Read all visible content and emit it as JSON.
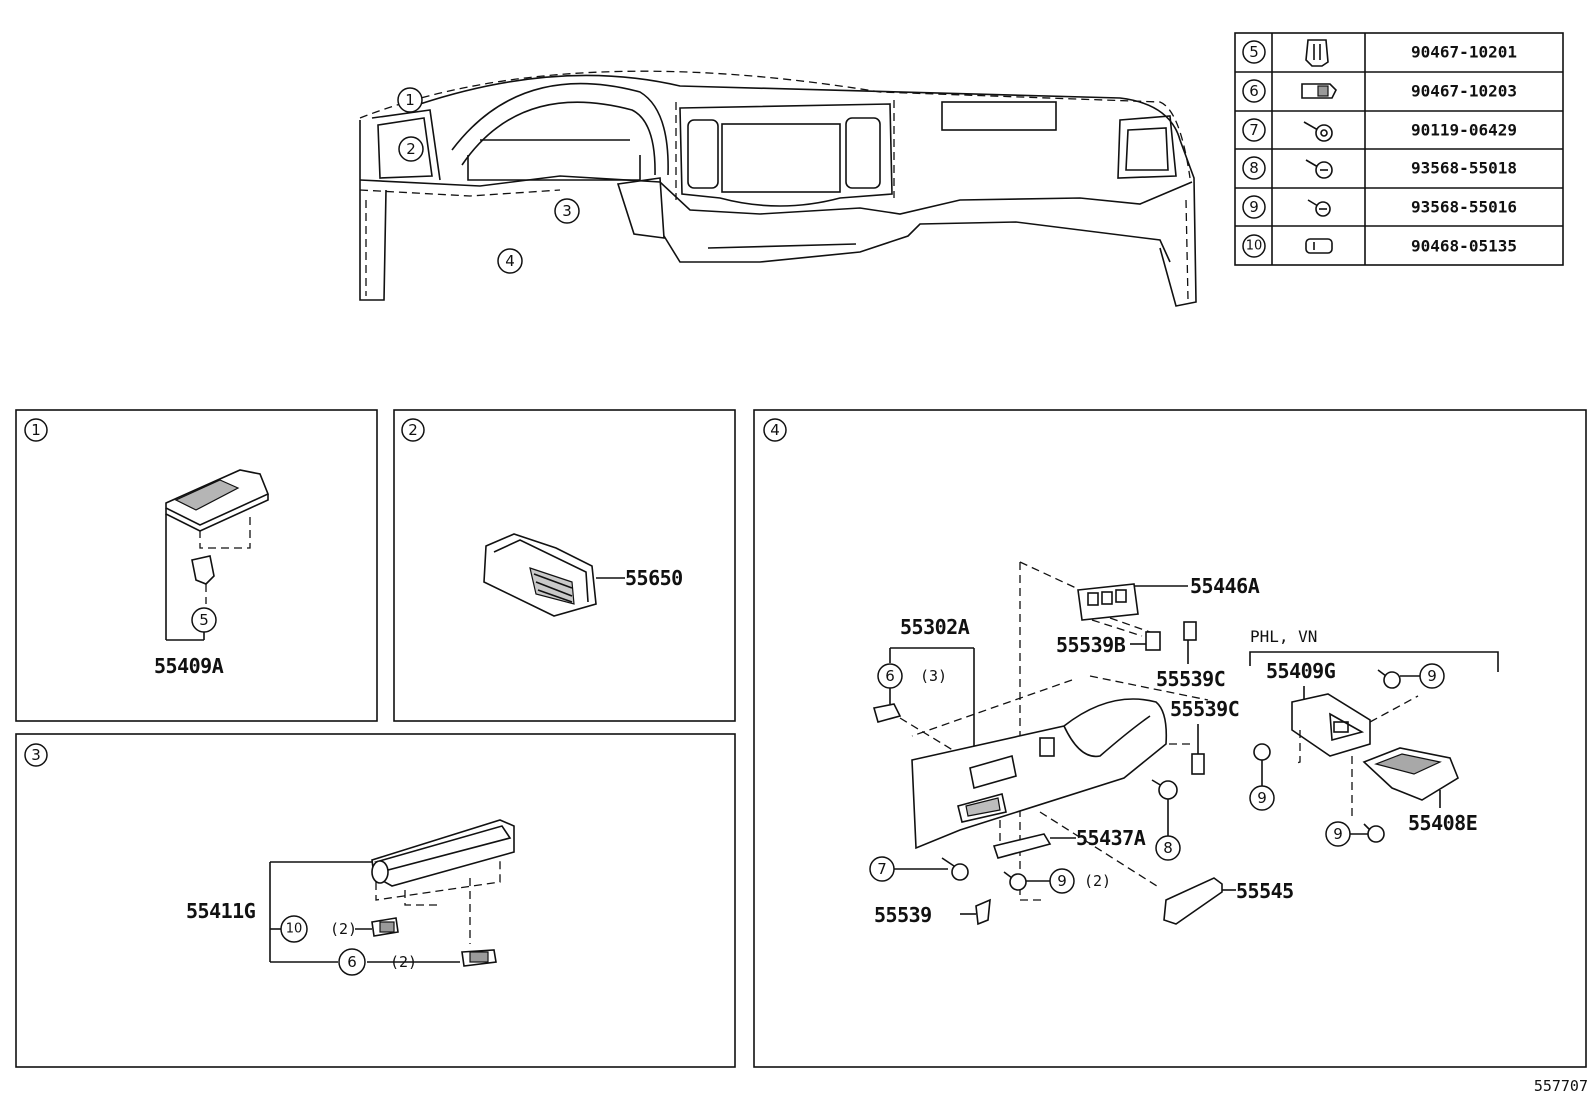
{
  "overview": {
    "callouts": [
      "1",
      "2",
      "3",
      "4"
    ]
  },
  "fastener_table": {
    "rows": [
      {
        "ref": "5",
        "icon": "clip-icon",
        "part_no": "90467-10201"
      },
      {
        "ref": "6",
        "icon": "clip-icon",
        "part_no": "90467-10203"
      },
      {
        "ref": "7",
        "icon": "bolt-icon",
        "part_no": "90119-06429"
      },
      {
        "ref": "8",
        "icon": "screw-icon",
        "part_no": "93568-55018"
      },
      {
        "ref": "9",
        "icon": "screw-icon",
        "part_no": "93568-55016"
      },
      {
        "ref": "10",
        "icon": "clip-icon",
        "part_no": "90468-05135"
      }
    ]
  },
  "panel1": {
    "index": "1",
    "fastener_ref": "5",
    "part_label": "55409A"
  },
  "panel2": {
    "index": "2",
    "part_label": "55650"
  },
  "panel3": {
    "index": "3",
    "part_label": "55411G",
    "fastener_a_ref": "10",
    "fastener_a_qty": "(2)",
    "fastener_b_ref": "6",
    "fastener_b_qty": "(2)"
  },
  "panel4": {
    "index": "4",
    "labels": {
      "l55446A": "55446A",
      "l55539B": "55539B",
      "l55539C_top": "55539C",
      "l55539C_mid": "55539C",
      "l55302A": "55302A",
      "l55437A": "55437A",
      "l55545": "55545",
      "l55539": "55539",
      "l55409G": "55409G",
      "l55408E": "55408E"
    },
    "variant_note": "PHL, VN",
    "refs": {
      "r6": "6",
      "r6_qty": "(3)",
      "r7": "7",
      "r8": "8",
      "r9_bottom": "9",
      "r9_bottom_qty": "(2)",
      "r9_a": "9",
      "r9_b": "9",
      "r9_c": "9"
    }
  },
  "figure_number": "557707"
}
